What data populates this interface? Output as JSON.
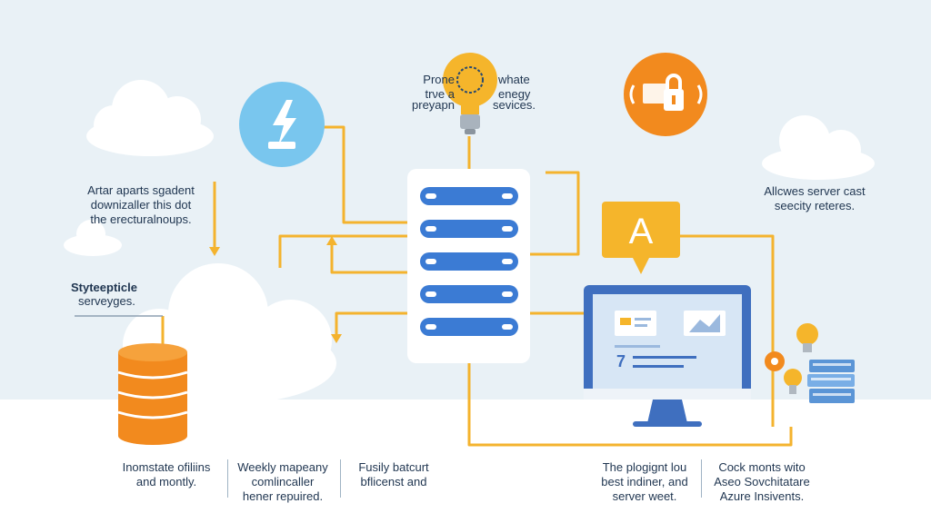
{
  "labels": {
    "top_left": [
      "Prone",
      "trνe a"
    ],
    "top_right": [
      "whate",
      "enegy"
    ],
    "top_bottom_left": "preyapn",
    "top_bottom_right": "sevices.",
    "left_mid": [
      "Artar aparts sgadent",
      "downizaller this dot",
      "the erecturalnoups."
    ],
    "left_low_title": "Styteepticle",
    "left_low_sub": "serveyges.",
    "right_mid": [
      "Allcwes server cast",
      "seecity reteres."
    ],
    "bottom_1": [
      "Inomstate ofiliins",
      "and montly."
    ],
    "bottom_2": [
      "Weekly mapeany",
      "comlincaller",
      "hener repuired."
    ],
    "bottom_3": [
      "Fusily batcurt",
      "bflicenst and"
    ],
    "bottom_4": [
      "The plogignt lou",
      "best indiner, and",
      "server weet."
    ],
    "bottom_5": [
      "Cock monts wito",
      "Aseo Sovchitatare",
      "Azure Insivents."
    ]
  },
  "badge_letter": "A",
  "monitor_digit": "7",
  "colors": {
    "background": "#e9f1f6",
    "connector": "#f4b32e",
    "server_bar": "#3b7bd4",
    "accent_orange": "#f28a1e",
    "accent_yellow": "#f5b52b",
    "sky_blue": "#79c6ee",
    "monitor_frame": "#3f6fbf",
    "text": "#1f3550"
  }
}
